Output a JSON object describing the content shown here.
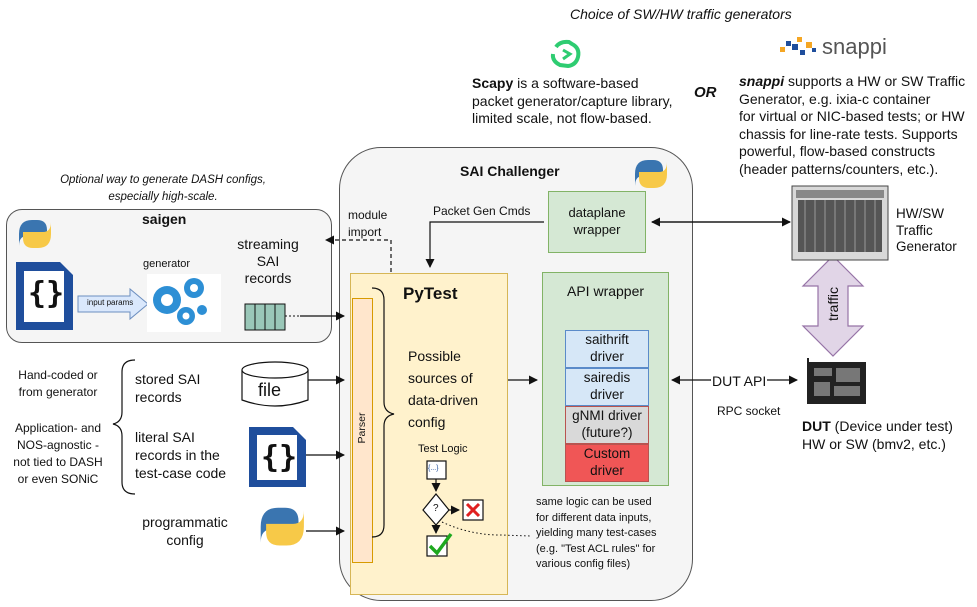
{
  "header": {
    "choice_title": "Choice of SW/HW traffic generators",
    "or": "OR"
  },
  "scapy": {
    "name": "Scapy",
    "desc_l1_rest": " is a software-based",
    "desc_l2": "packet generator/capture library,",
    "desc_l3": "limited scale, not flow-based."
  },
  "snappi": {
    "logo_text": "snappi",
    "name": "snappi",
    "desc_l1_rest": " supports a HW or SW Traffic",
    "desc_l2": "Generator, e.g. ixia-c container",
    "desc_l3": "for virtual or NIC-based tests; or HW",
    "desc_l4": "chassis for line-rate tests. Supports",
    "desc_l5": "powerful, flow-based constructs",
    "desc_l6": "(header patterns/counters, etc.)."
  },
  "saigen": {
    "note_l1": "Optional way to generate DASH configs,",
    "note_l2": "especially high-scale.",
    "title": "saigen",
    "generator": "generator",
    "input_params": "input params",
    "streaming_l1": "streaming",
    "streaming_l2": "SAI",
    "streaming_l3": "records"
  },
  "sai_challenger": {
    "title": "SAI Challenger",
    "module_l1": "module",
    "module_l2": "import",
    "packet_gen_cmds": "Packet Gen Cmds",
    "dataplane_l1": "dataplane",
    "dataplane_l2": "wrapper"
  },
  "pytest": {
    "title": "PyTest",
    "parser": "Parser",
    "possible_l1": "Possible",
    "possible_l2": "sources of",
    "possible_l3": "data-driven",
    "possible_l4": "config",
    "test_logic": "Test Logic",
    "logic_icon": "{...}",
    "decision": "?"
  },
  "api_wrapper": {
    "title": "API wrapper",
    "drivers": [
      {
        "l1": "saithrift",
        "l2": "driver",
        "color": "#d6e7f7"
      },
      {
        "l1": "sairedis",
        "l2": "driver",
        "color": "#d6e7f7"
      },
      {
        "l1": "gNMI driver",
        "l2": "(future?)",
        "color": "#d9d9d9"
      },
      {
        "l1": "Custom",
        "l2": "driver",
        "color": "#f05656"
      }
    ]
  },
  "dut": {
    "api": "DUT API",
    "rpc": "RPC socket",
    "name": "DUT",
    "desc_rest": " (Device under test)",
    "desc_l2": "HW  or SW (bmv2, etc.)"
  },
  "traffic": {
    "label": "traffic",
    "hw_l1": "HW/SW",
    "hw_l2": "Traffic",
    "hw_l3": "Generator"
  },
  "left_notes": {
    "hand_l1": "Hand-coded or",
    "hand_l2": "from generator",
    "app_l1": "Application- and",
    "app_l2": "NOS-agnostic -",
    "app_l3": "not tied to DASH",
    "app_l4": "or even SONiC"
  },
  "sources": {
    "stored_l1": "stored SAI",
    "stored_l2": "records",
    "file": "file",
    "literal_l1": "literal SAI",
    "literal_l2": "records in the",
    "literal_l3": "test-case code",
    "prog_l1": "programmatic",
    "prog_l2": "config"
  },
  "bottom_note": {
    "l1": "same logic can be used",
    "l2": "for different data inputs,",
    "l3": "yielding many test-cases",
    "l4": "(e.g. \"Test ACL rules\" for",
    "l5": "various config files)"
  },
  "colors": {
    "pytest_fill": "#fff2cc",
    "pytest_border": "#d6b656",
    "parser_fill": "#ffe6cc",
    "api_fill": "#d5e8d4",
    "api_border": "#82b366",
    "challenger_fill": "#f5f5f5",
    "saigen_fill": "#f5f5f5",
    "blue_icon": "#1f4e9c",
    "traffic_arrow": "#e1d5e7"
  }
}
